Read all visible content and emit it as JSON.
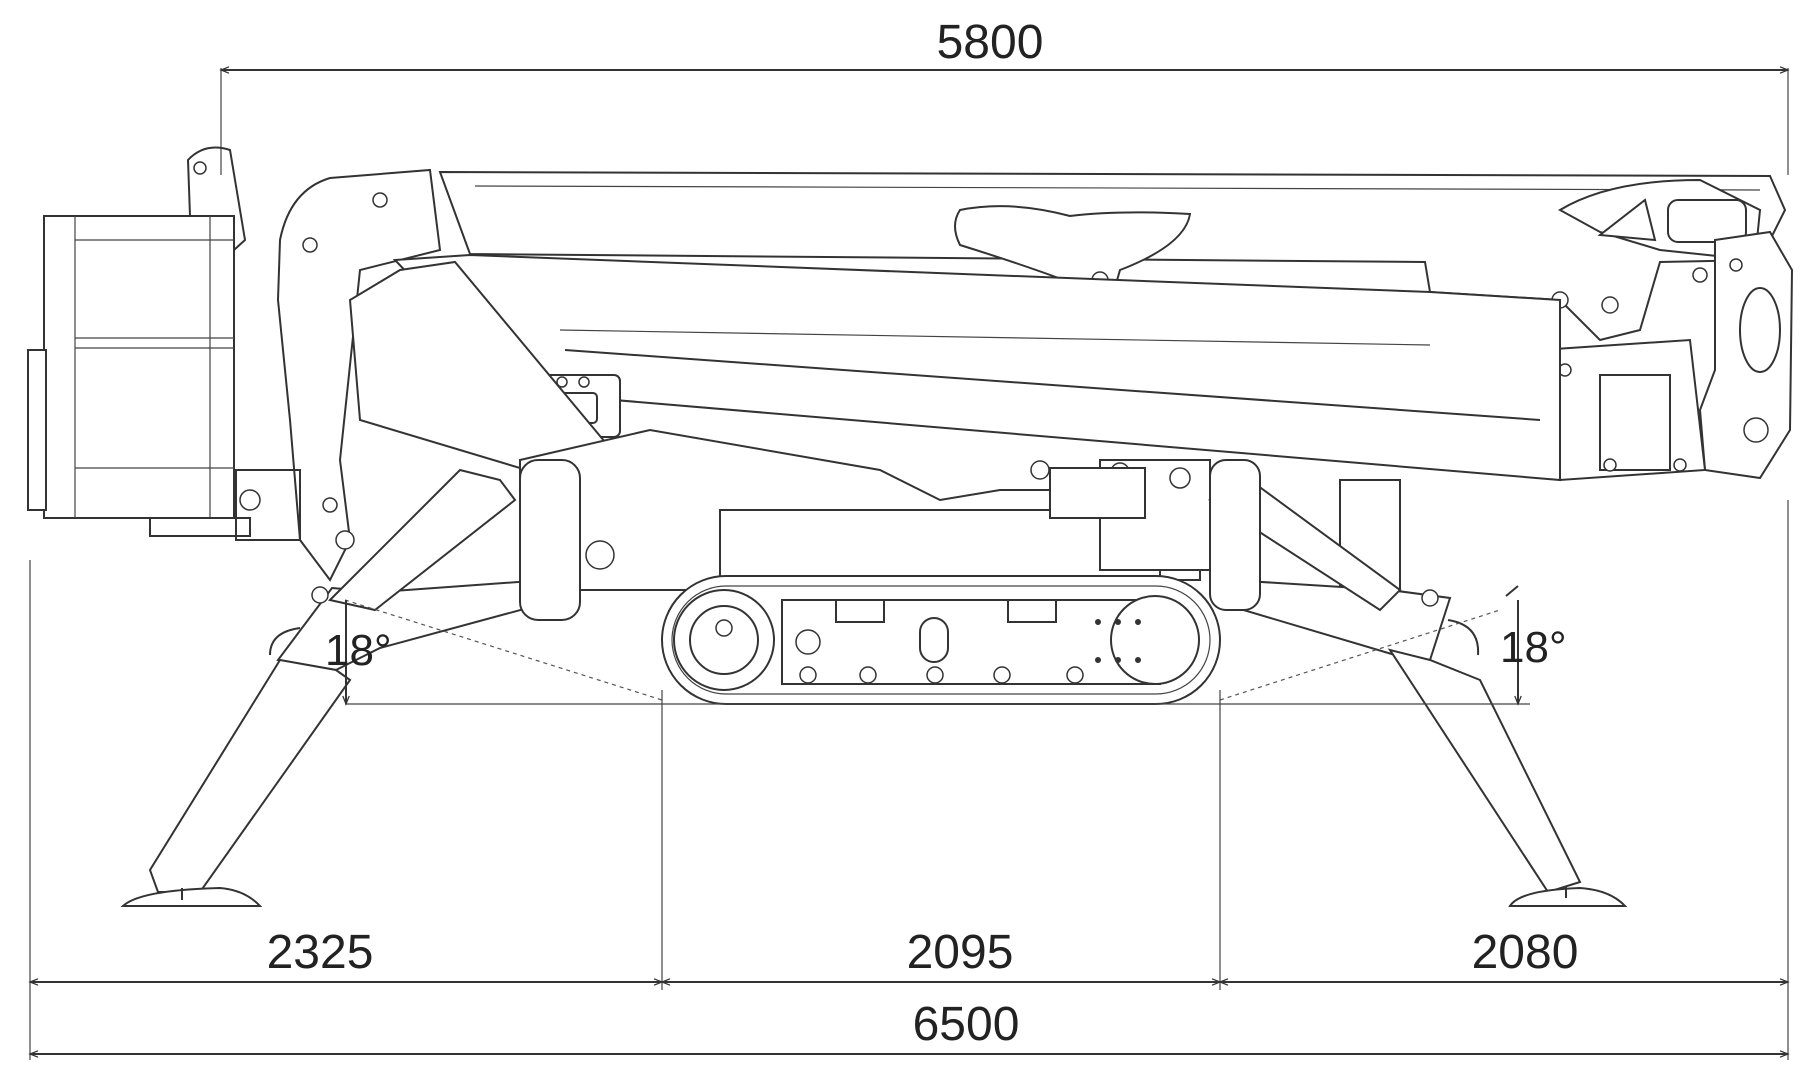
{
  "dimensions": {
    "top_overall": "5800",
    "left_outrigger": "2325",
    "track_length": "2095",
    "right_outrigger": "2080",
    "bottom_overall": "6500"
  },
  "angles": {
    "left": "18°",
    "right": "18°"
  },
  "colors": {
    "line": "#333333",
    "background": "#ffffff"
  }
}
